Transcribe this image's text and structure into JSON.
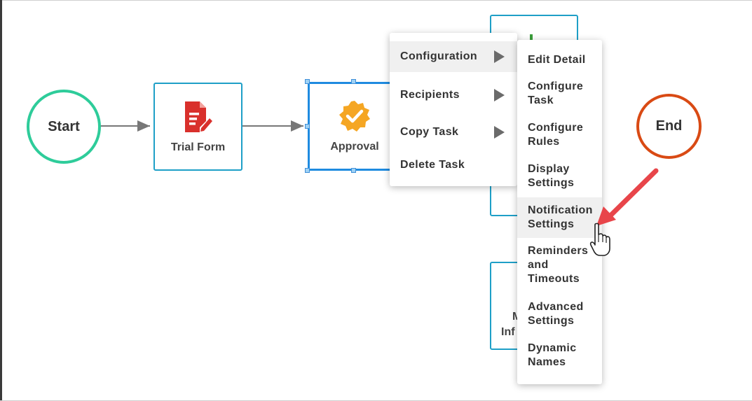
{
  "workflow": {
    "start_label": "Start",
    "end_label": "End",
    "tasks": [
      {
        "label": "Trial Form",
        "icon": "form-icon",
        "color": "#d9302c"
      },
      {
        "label": "Approval",
        "icon": "approval-badge-icon",
        "color": "#f5a623"
      }
    ],
    "partial_labels": {
      "line1": "M",
      "line2": "Inf"
    },
    "colors": {
      "start": "#2ecc9a",
      "end": "#d94a14",
      "task_border": "#1e9fc7",
      "selected": "#1f8be0"
    }
  },
  "context_menu": {
    "items": [
      {
        "label": "Configuration",
        "has_submenu": true
      },
      {
        "label": "Recipients",
        "has_submenu": true
      },
      {
        "label": "Copy Task",
        "has_submenu": true
      },
      {
        "label": "Delete Task",
        "has_submenu": false
      }
    ]
  },
  "submenu": {
    "items": [
      {
        "label": "Edit Detail"
      },
      {
        "label": "Configure Task"
      },
      {
        "label": "Configure Rules"
      },
      {
        "label": "Display Settings"
      },
      {
        "label": "Notification Settings"
      },
      {
        "label": "Reminders and Timeouts"
      },
      {
        "label": "Advanced Settings"
      },
      {
        "label": "Dynamic Names"
      }
    ]
  },
  "annotation": {
    "arrow_color": "#e8454a",
    "cursor": "hand-pointer-icon"
  }
}
